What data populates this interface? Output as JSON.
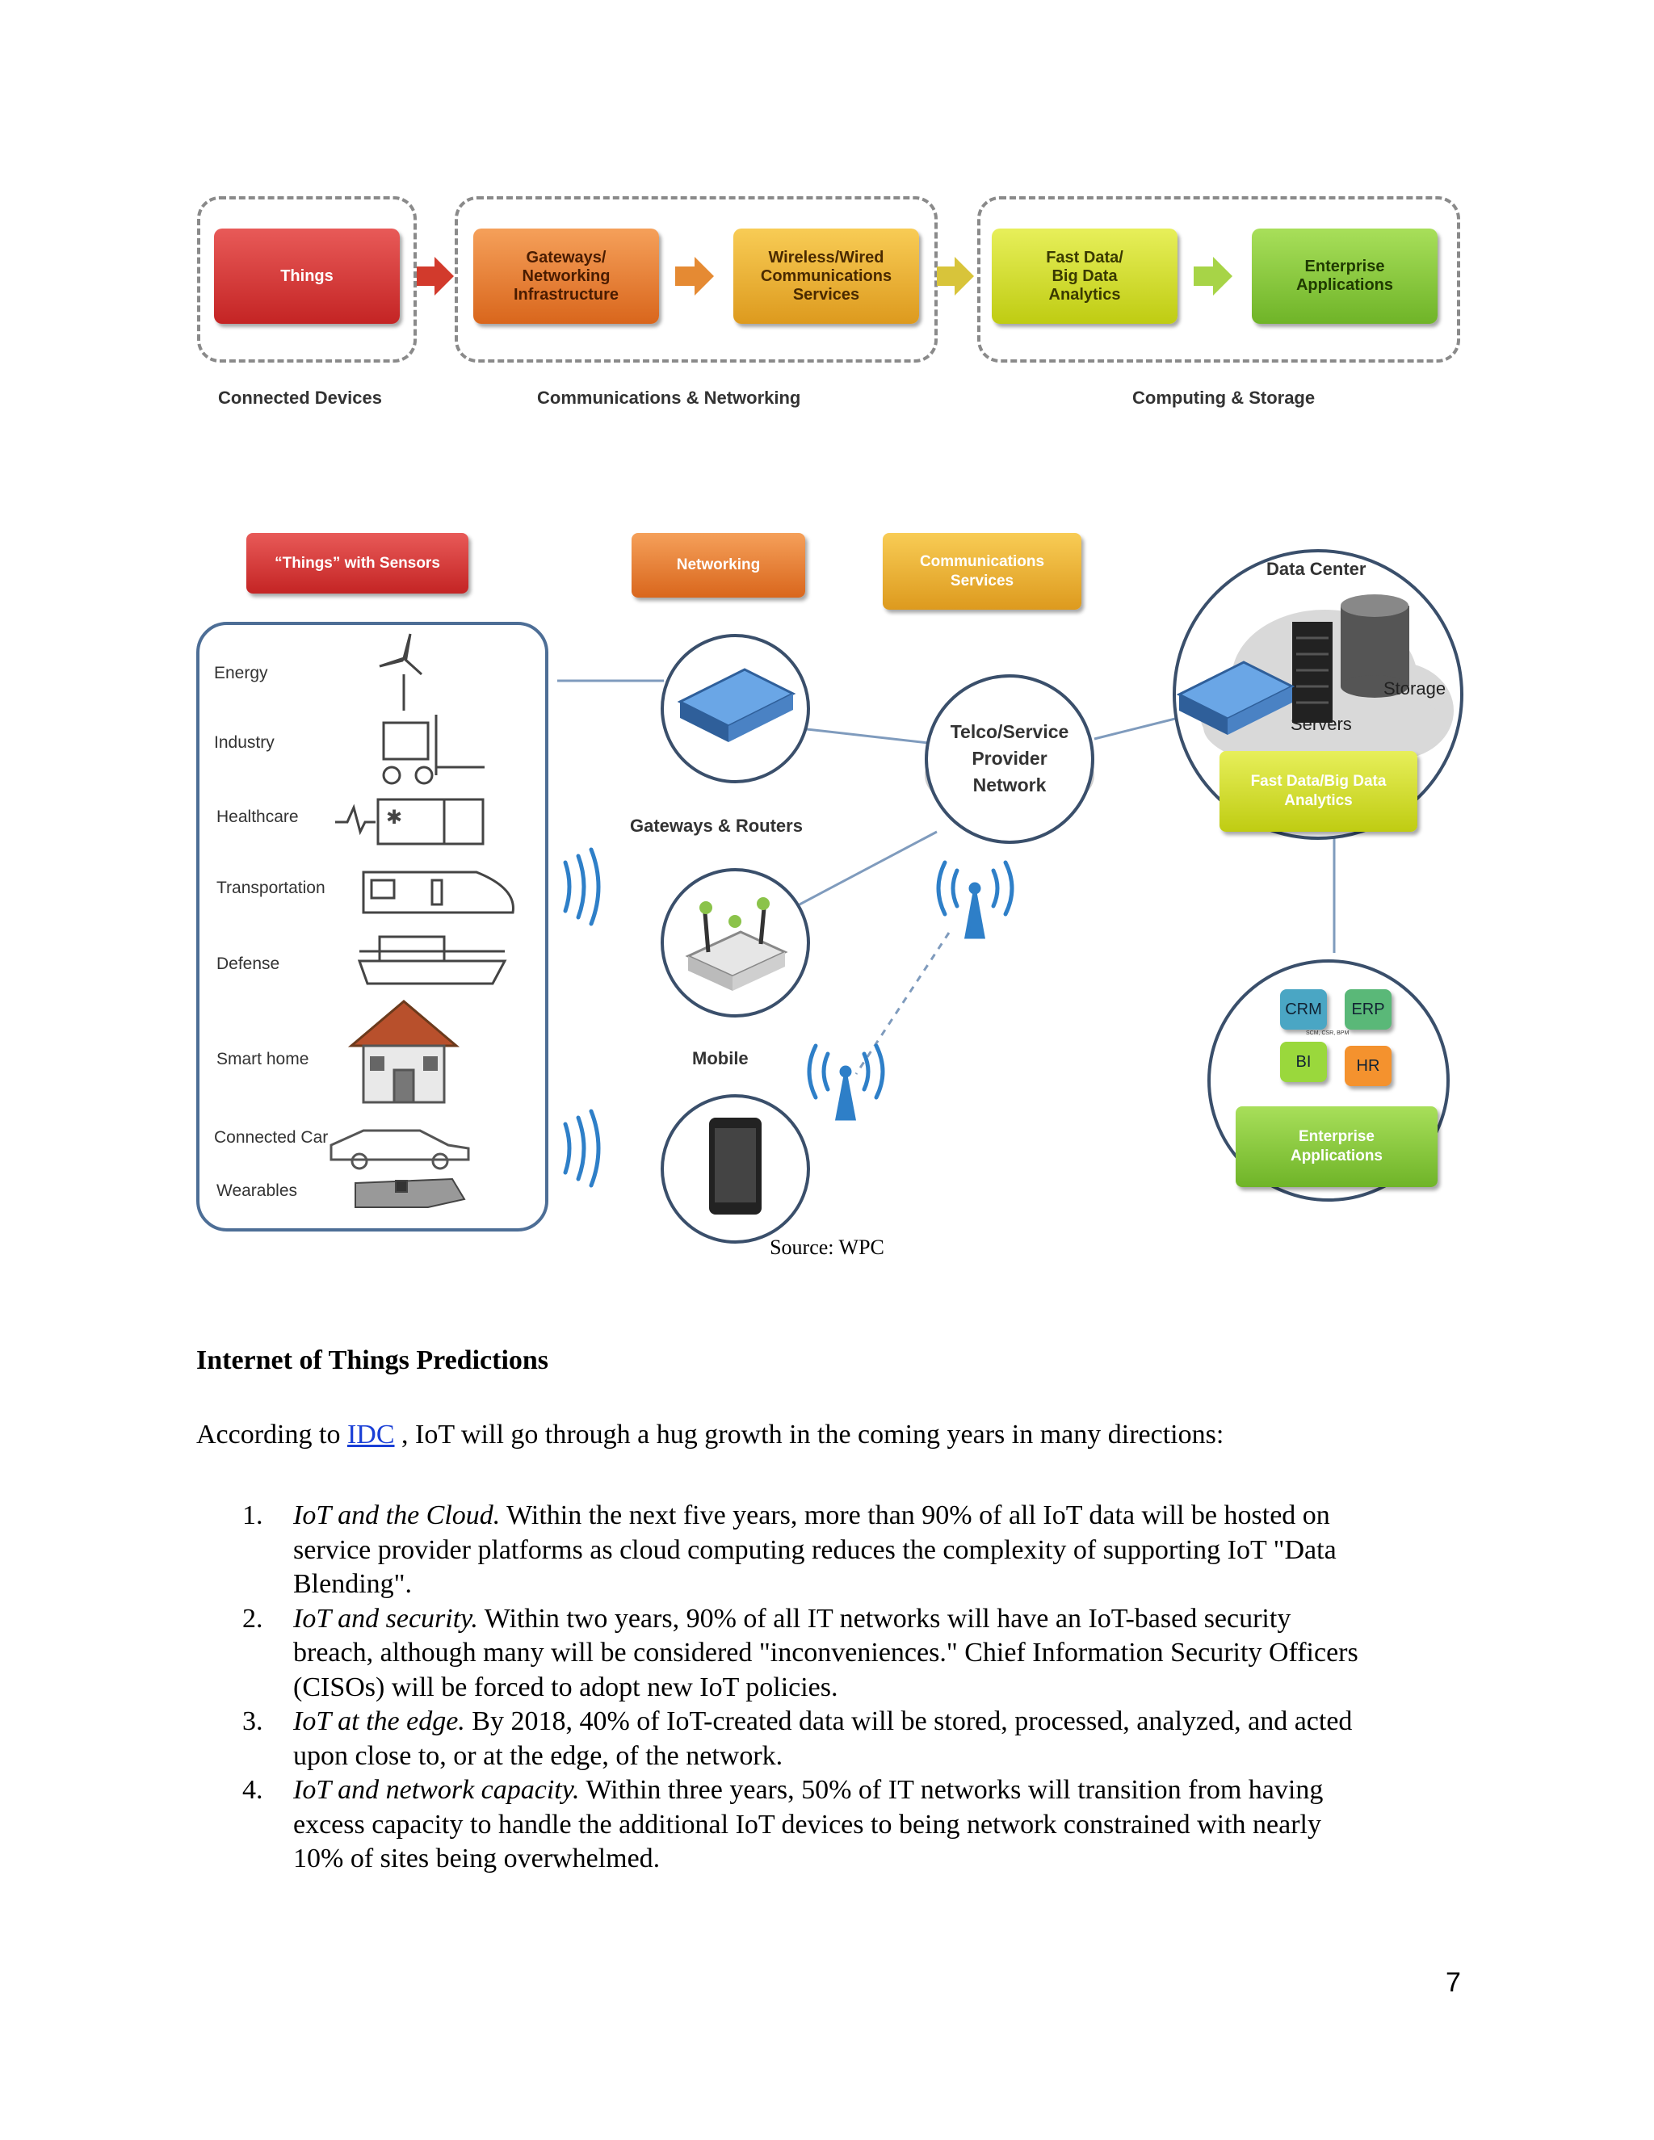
{
  "flow": {
    "boxes": [
      "Things",
      "Gateways/\nNetworking\nInfrastructure",
      "Wireless/Wired\nCommunications\nServices",
      "Fast Data/\nBig Data\nAnalytics",
      "Enterprise\nApplications"
    ],
    "groups": [
      "Connected Devices",
      "Communications & Networking",
      "Computing & Storage"
    ]
  },
  "arch": {
    "headers": {
      "things": "“Things” with Sensors",
      "networking": "Networking",
      "comms": "Communications\nServices"
    },
    "categories": [
      "Energy",
      "Industry",
      "Healthcare",
      "Transportation",
      "Defense",
      "Smart home",
      "Connected Car",
      "Wearables"
    ],
    "gateways_label": "Gateways & Routers",
    "mobile_label": "Mobile",
    "telco": "Telco/Service\nProvider\nNetwork",
    "data_center": "Data Center",
    "servers": "Servers",
    "storage": "Storage",
    "analytics": "Fast Data/Big Data\nAnalytics",
    "apps": [
      "CRM",
      "ERP",
      "BI",
      "HR"
    ],
    "apps_center": "SCM, CSR, BPM",
    "enterprise": "Enterprise\nApplications"
  },
  "caption": "Source: WPC",
  "section_title": "Internet of Things Predictions",
  "intro": {
    "before": "According to",
    "link": "IDC",
    "after": ", IoT will go through a hug growth in the coming years in many directions:"
  },
  "predictions": [
    {
      "num": "1.",
      "title": "IoT and the Cloud.",
      "lines": [
        "Within the next five years, more than 90% of all IoT data will be hosted on",
        "service provider platforms as cloud computing reduces the complexity of supporting IoT \"Data",
        "Blending\"."
      ]
    },
    {
      "num": "2.",
      "title": "IoT and security.",
      "lines": [
        "Within two years, 90% of all IT networks will have an IoT-based security",
        "breach, although many will be considered \"inconveniences.\" Chief Information Security Officers",
        "(CISOs) will be forced to adopt new IoT policies."
      ]
    },
    {
      "num": "3.",
      "title": "IoT at the edge.",
      "lines": [
        "By 2018, 40% of IoT-created data will be stored, processed, analyzed, and acted",
        "upon close to, or at the edge, of the network."
      ]
    },
    {
      "num": "4.",
      "title": "IoT and network capacity.",
      "lines": [
        "Within three years, 50% of IT networks will transition from having",
        "excess capacity to handle the additional IoT devices to being network constrained with nearly",
        "10% of sites being overwhelmed."
      ]
    }
  ],
  "page_number": "7",
  "colors": {
    "red": "#c42424",
    "orange": "#d9661c",
    "gold": "#dd9a1e",
    "lime": "#bfcc12",
    "green": "#6fb428",
    "link": "#1a3fd6",
    "panel_border": "#4d6e96"
  }
}
